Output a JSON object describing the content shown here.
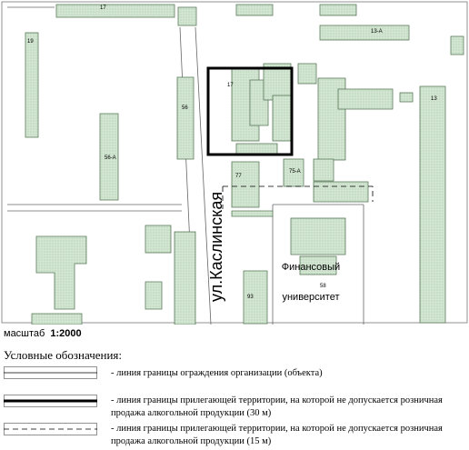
{
  "map": {
    "street": "ул.Каслинская",
    "institution_lines": [
      "Финансовый",
      "университет"
    ],
    "buildings": {
      "b17_top": "17",
      "b19": "19",
      "b13a": "13-А",
      "b13": "13",
      "b56": "56",
      "b56a": "56-А",
      "b17_zone": "17",
      "b77": "77",
      "b75a": "75-А",
      "b58": "58",
      "b93": "93"
    }
  },
  "scale": {
    "label": "масштаб",
    "value": "1:2000"
  },
  "legend": {
    "title": "Условные обозначения:",
    "items": [
      {
        "style": "thin",
        "text": "- линия границы ограждения организации (объекта)"
      },
      {
        "style": "thick",
        "text": "- линия границы прилегающей территории, на которой не допускается розничная продажа алкогольной продукции (30 м)"
      },
      {
        "style": "dashed",
        "text": "- линия границы прилегающей территории, на которой не допускается розничная продажа алкогольной продукции (15 м)"
      }
    ]
  },
  "colors": {
    "building_fill": "#c8e0c8",
    "building_stroke": "#5a7a5a",
    "line": "#000000"
  }
}
